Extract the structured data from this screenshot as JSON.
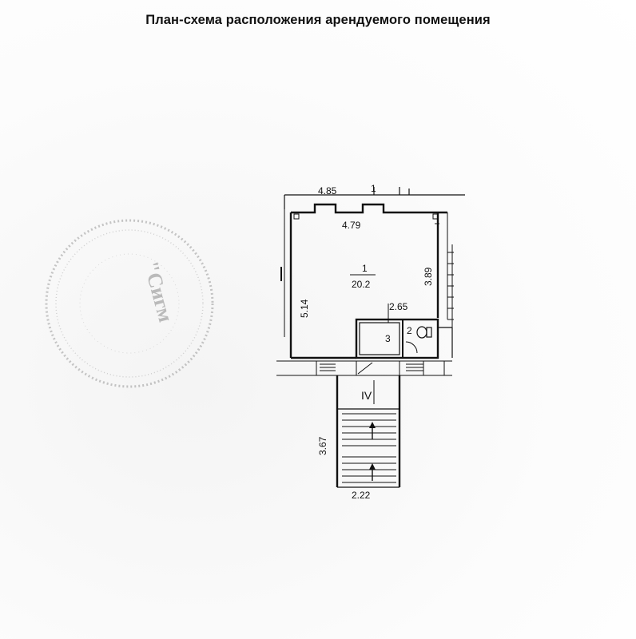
{
  "title": "План-схема расположения арендуемого помещения",
  "plan": {
    "top_outer_dimension": "4.85",
    "top_mark": "1",
    "room_width": "4.79",
    "room_number": "1",
    "room_area": "20.2",
    "room_height_right": "3.89",
    "room_height_left": "5.14",
    "small_room_width": "2.65",
    "small_room_left_number": "3",
    "small_room_right_number": "2",
    "stair_label": "IV",
    "stair_length": "3.67",
    "stair_width": "2.22"
  },
  "stamp": {
    "text": "\"Сигм"
  },
  "colors": {
    "ink": "#111111",
    "stamp": "#9a9a9a",
    "paper": "#fdfdfd"
  }
}
